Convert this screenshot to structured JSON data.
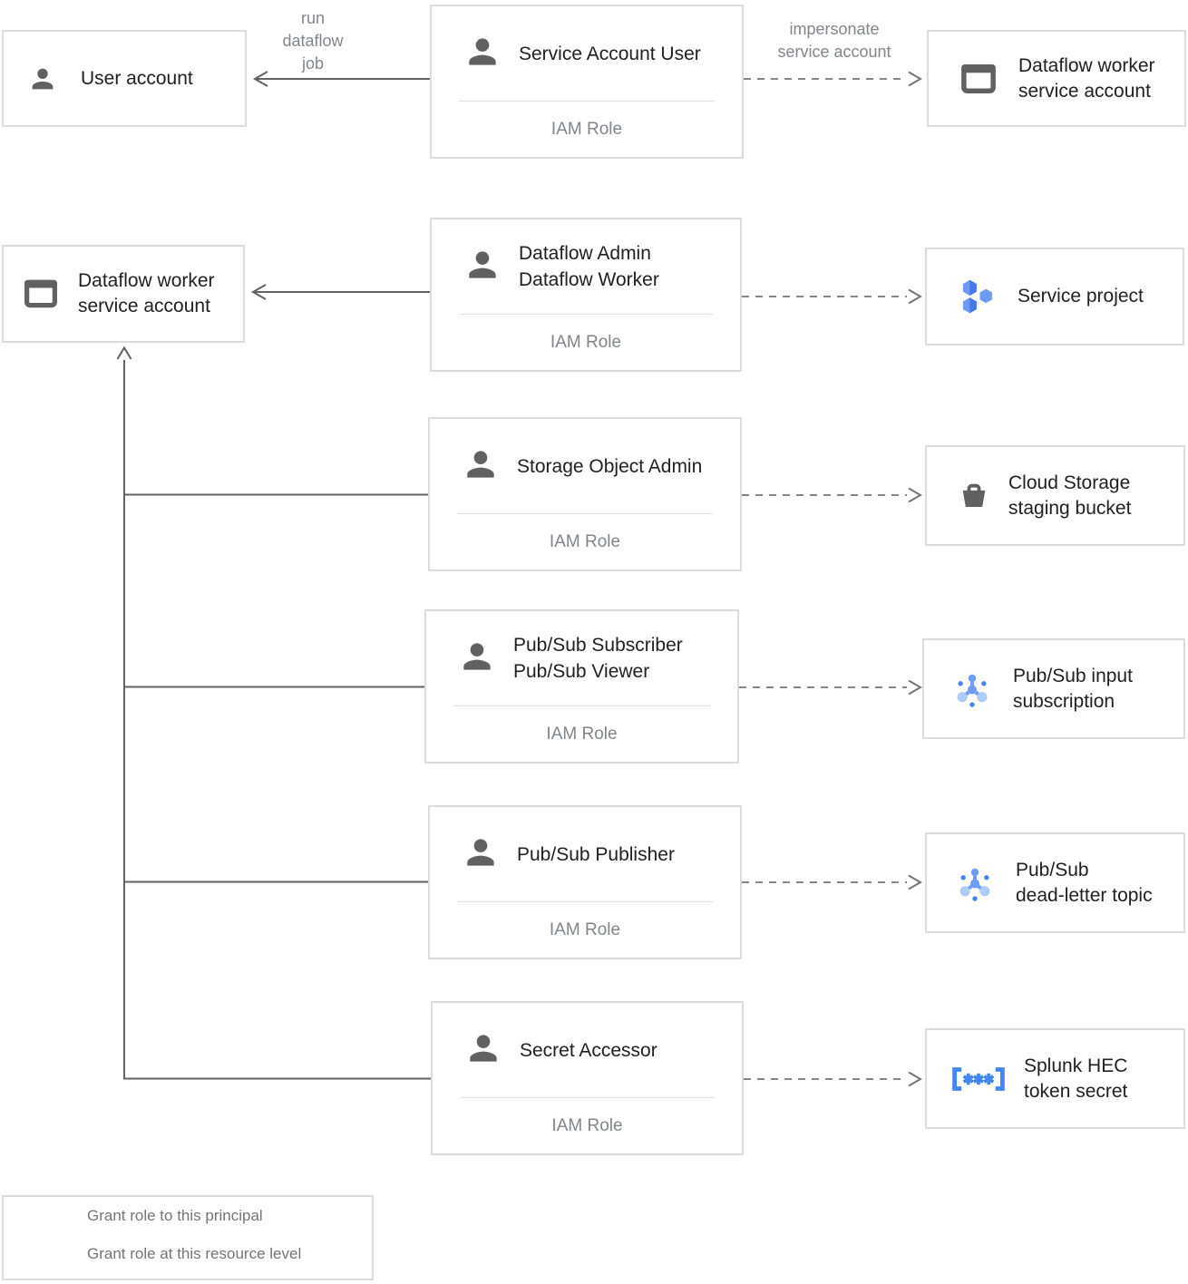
{
  "colors": {
    "accent_blue": "#4285f4",
    "mid_blue": "#6e9af5",
    "light_blue": "#aecbfa",
    "icon_gray": "#616161",
    "box_border": "#dadce0",
    "text_dark": "#212121",
    "text_gray": "#80868b",
    "line_gray": "#5f6368"
  },
  "principals": {
    "user_account": "User account",
    "dataflow_worker_sa": "Dataflow worker\nservice account"
  },
  "roles": [
    {
      "title": "Service Account User",
      "subtitle": "IAM Role"
    },
    {
      "title": "Dataflow Admin\nDataflow Worker",
      "subtitle": "IAM Role"
    },
    {
      "title": "Storage Object Admin",
      "subtitle": "IAM Role"
    },
    {
      "title": "Pub/Sub Subscriber\nPub/Sub Viewer",
      "subtitle": "IAM Role"
    },
    {
      "title": "Pub/Sub Publisher",
      "subtitle": "IAM Role"
    },
    {
      "title": "Secret Accessor",
      "subtitle": "IAM Role"
    }
  ],
  "resources": [
    {
      "label": "Dataflow worker\nservice account",
      "icon": "service-account-icon"
    },
    {
      "label": "Service project",
      "icon": "project-hexagons-icon"
    },
    {
      "label": "Cloud Storage\nstaging bucket",
      "icon": "storage-bucket-icon"
    },
    {
      "label": "Pub/Sub input\nsubscription",
      "icon": "pubsub-icon"
    },
    {
      "label": "Pub/Sub\ndead-letter topic",
      "icon": "pubsub-icon"
    },
    {
      "label": "Splunk HEC\ntoken secret",
      "icon": "secret-icon"
    }
  ],
  "edges": {
    "run_label": "run\ndataflow\njob",
    "impersonate_label": "impersonate\nservice account"
  },
  "legend": {
    "solid_label": "Grant role to this principal",
    "dashed_label": "Grant role at this resource level"
  }
}
